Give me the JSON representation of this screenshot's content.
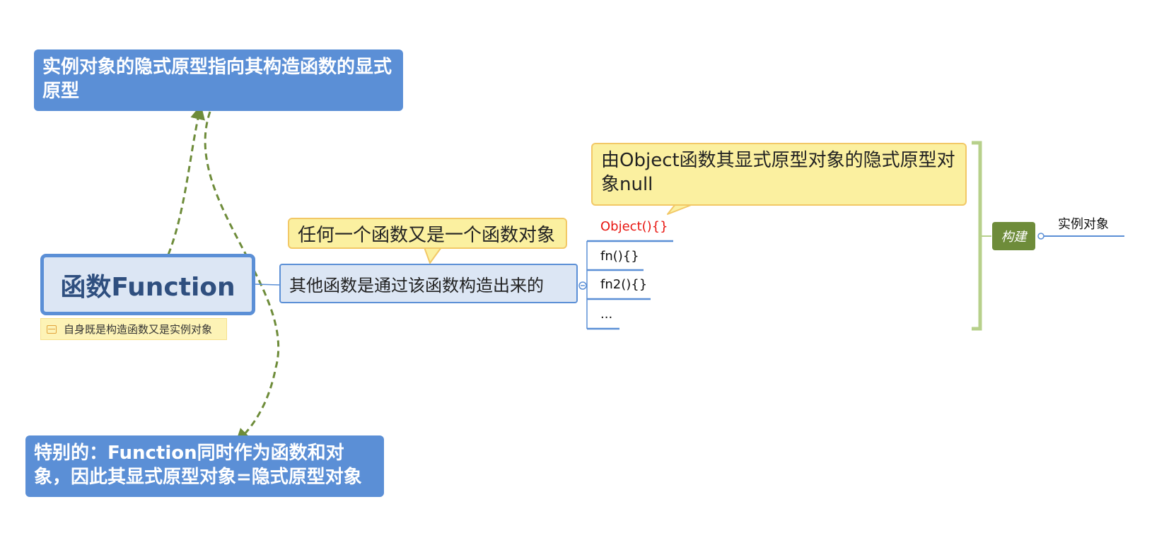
{
  "top_box": "实例对象的隐式原型指向其构造函数的显式原型",
  "central_topic": "函数Function",
  "central_note": "自身既是构造函数又是实例对象",
  "bottom_box": "特别的：Function同时作为函数和对象，因此其显式原型对象=隐式原型对象",
  "callout_middle": "任何一个函数又是一个函数对象",
  "subtopic": "其他函数是通过该函数构造出来的",
  "callout_top": "由Object函数其显式原型对象的隐式原型对象null",
  "leaves": [
    "Object(){}",
    "fn(){}",
    "fn2(){}",
    "..."
  ],
  "boundary_tag": "构建",
  "boundary_result": "实例对象",
  "colors": {
    "blue": "#5b8fd6",
    "light_blue": "#dce6f4",
    "green": "#6e8c3a",
    "dashed_arrow": "#6e8c3a",
    "callout_yellow": "#fbf0a0",
    "red_text": "#e8150f"
  }
}
